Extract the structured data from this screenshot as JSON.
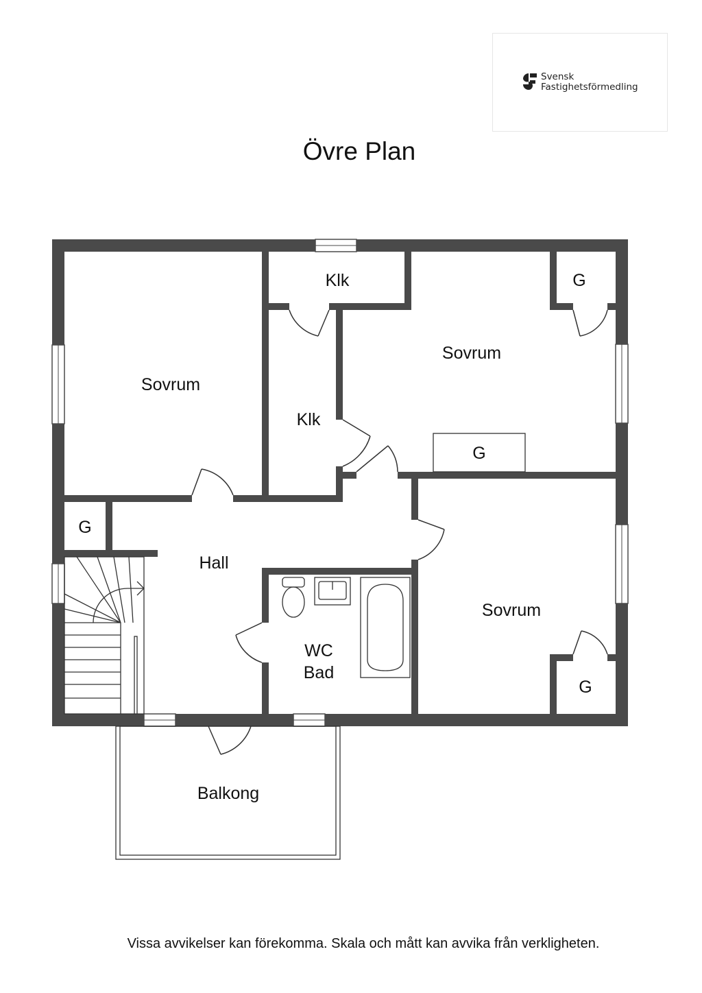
{
  "logo": {
    "icon": "svensk-fastighetsformedling-logo-icon",
    "line1": "Svensk",
    "line2": "Fastighetsförmedling"
  },
  "title": "Övre Plan",
  "rooms": {
    "sovrum_nw": "Sovrum",
    "klk_top": "Klk",
    "klk_mid": "Klk",
    "g_ne": "G",
    "sovrum_ne": "Sovrum",
    "g_mid": "G",
    "g_west": "G",
    "hall": "Hall",
    "wc_line1": "WC",
    "wc_line2": "Bad",
    "sovrum_se": "Sovrum",
    "g_se": "G",
    "balkong": "Balkong"
  },
  "colors": {
    "wall": "#4a4a4a",
    "line": "#333333"
  },
  "footer": "Vissa avvikelser kan förekomma. Skala och mått kan avvika från verkligheten."
}
